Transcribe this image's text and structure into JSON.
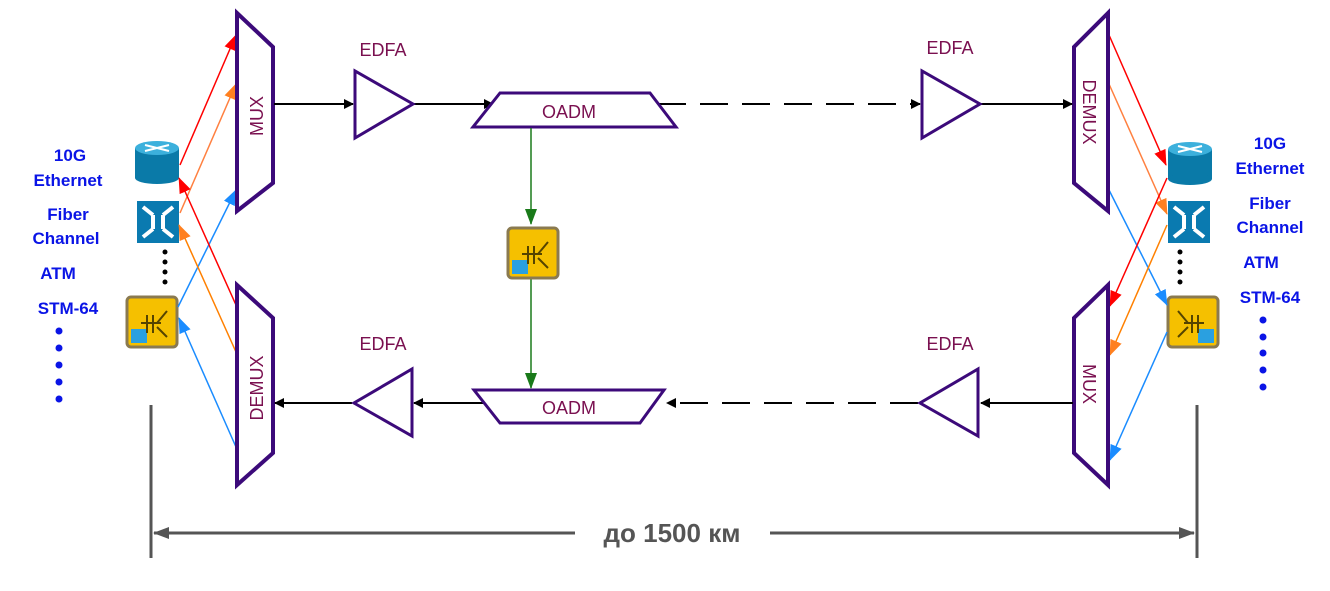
{
  "left_services": {
    "eth1": "10G",
    "eth2": "Ethernet",
    "fc1": "Fiber",
    "fc2": "Channel",
    "atm": "ATM",
    "stm": "STM-64"
  },
  "right_services": {
    "eth1": "10G",
    "eth2": "Ethernet",
    "fc1": "Fiber",
    "fc2": "Channel",
    "atm": "ATM",
    "stm": "STM-64"
  },
  "components": {
    "mux": "MUX",
    "demux": "DEMUX",
    "edfa": "EDFA",
    "oadm": "OADM"
  },
  "distance": "до 1500 км",
  "colors": {
    "frame": "#3c0a7a",
    "label": "#7a1050",
    "service": "#0a14e6",
    "red": "#ff0000",
    "orange": "#ff8030",
    "blue": "#1a8cff",
    "green": "#1a7a1a",
    "dimension": "#555555"
  },
  "icons": [
    "router-icon",
    "switch-icon",
    "optical-transponder-icon"
  ]
}
